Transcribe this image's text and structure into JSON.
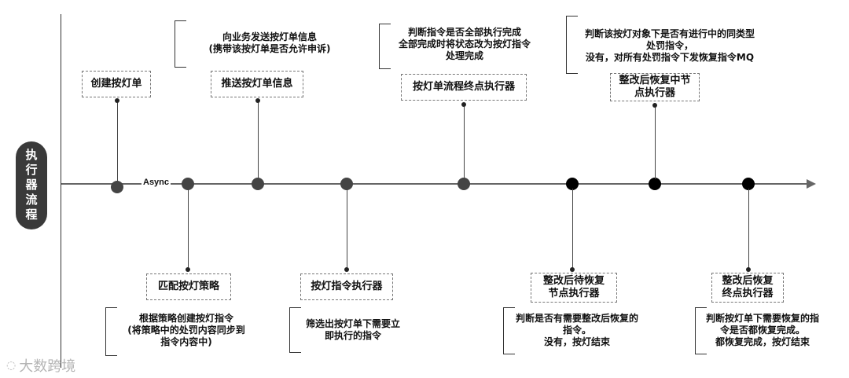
{
  "side_label": "执行器流程",
  "async_label": "Async",
  "steps_above": [
    {
      "box": "创建按灯单"
    },
    {
      "box": "推送按灯单信息",
      "note": [
        "向业务发送按灯单信息",
        "(携带该按灯单是否允许申诉)"
      ]
    },
    {
      "box": "按灯单流程终点执行器",
      "note": [
        "判断指令是否全部执行完成",
        "全部完成时将状态改为按灯指令",
        "处理完成"
      ]
    },
    {
      "box": [
        "整改后恢复中节",
        "点执行器"
      ],
      "note": [
        "判断该按灯对象下是否有进行中的同类型",
        "处罚指令，",
        "没有，对所有处罚指令下发恢复指令MQ"
      ]
    }
  ],
  "steps_below": [
    {
      "box": "匹配按灯策略",
      "note": [
        "根据策略创建按灯指令",
        "(将策略中的处罚内容同步到",
        "指令内容中)"
      ]
    },
    {
      "box": "按灯指令执行器",
      "note": [
        "筛选出按灯单下需要立",
        "即执行的指令"
      ]
    },
    {
      "box": [
        "整改后待恢复",
        "节点执行器"
      ],
      "note": [
        "判断是否有需要整改后恢复的",
        "指令。",
        "没有，按灯结束"
      ]
    },
    {
      "box": [
        "整改后恢复",
        "终点执行器"
      ],
      "note": [
        "判断按灯单下需要恢复的指",
        "令是否都恢复完成。",
        "都恢复完成，按灯结束"
      ]
    }
  ],
  "watermark": "大数跨境",
  "colors": {
    "node_grey": "#444444",
    "node_black": "#000000",
    "axis": "#666666"
  }
}
